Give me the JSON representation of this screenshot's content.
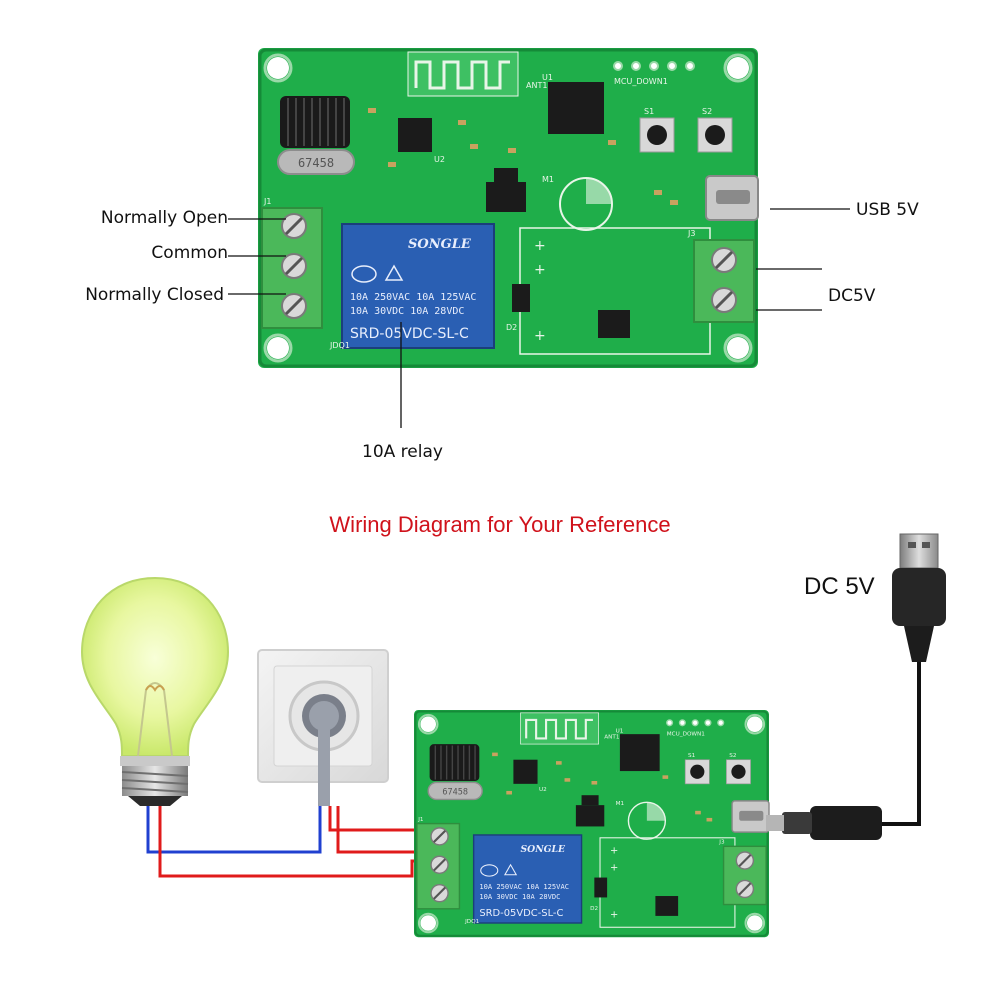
{
  "colors": {
    "pcb": "#1fae4a",
    "pcb_dark": "#158a38",
    "terminal": "#4bb85a",
    "relay": "#2a5fb3",
    "wire_red": "#e01b1b",
    "wire_blue": "#2040d0",
    "title_red": "#d0121b"
  },
  "labels": {
    "normally_open": "Normally Open",
    "common": "Common",
    "normally_closed": "Normally Closed",
    "relay": "10A relay",
    "usb": "USB 5V",
    "dc": "DC5V"
  },
  "title": "Wiring Diagram for Your Reference",
  "dc_5v": "DC 5V",
  "relay_text": {
    "brand": "SONGLE",
    "line1": "10A 250VAC   10A 125VAC",
    "line2": "10A  30VDC   10A  28VDC",
    "model": "SRD-05VDC-SL-C"
  },
  "crystal_text": "67458",
  "silkscreen": {
    "mcu": "MCU_DOWN1",
    "ant": "ANT1",
    "s1": "S1",
    "s2": "S2",
    "j1": "J1",
    "j3": "J3",
    "jdq1": "JDQ1",
    "d2": "D2",
    "u1": "U1",
    "u2": "U2",
    "m1": "M1"
  },
  "icons": [
    "light-bulb-icon",
    "wall-socket-icon",
    "usb-plug-icon"
  ]
}
